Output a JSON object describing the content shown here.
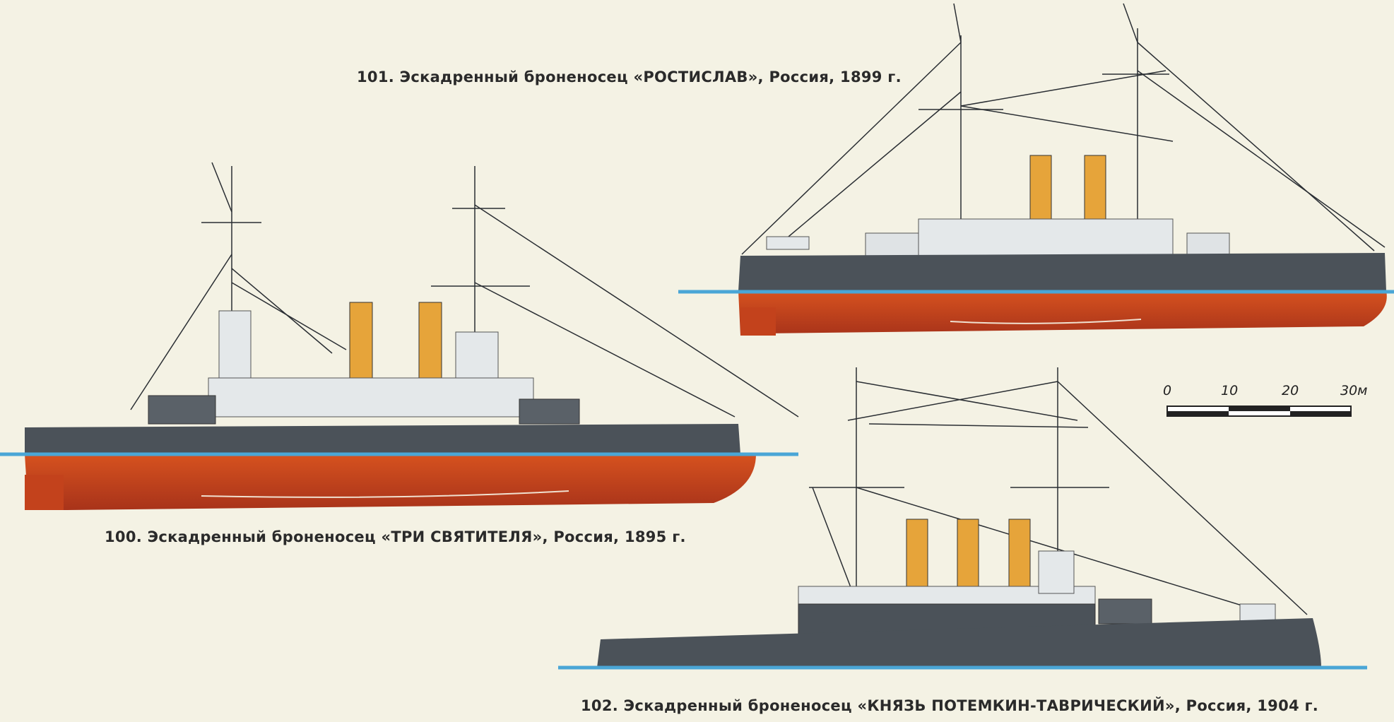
{
  "captions": {
    "ship_101": "101. Эскадренный броненосец «РОСТИСЛАВ», Россия, 1899 г.",
    "ship_100": "100. Эскадренный броненосец «ТРИ СВЯТИТЕЛЯ», Россия, 1895 г.",
    "ship_102": "102. Эскадренный броненосец «КНЯЗЬ ПОТЕМКИН-ТАВРИЧЕСКИЙ», Россия, 1904 г."
  },
  "scale": {
    "labels": [
      "0",
      "10",
      "20",
      "30м"
    ]
  },
  "colors": {
    "background": "#f4f2e4",
    "hull_upper": "#4b5259",
    "hull_lower": "#c3421c",
    "waterline": "#4aa6d6",
    "funnel": "#e6a43a",
    "superstructure": "#e4e8ea"
  }
}
